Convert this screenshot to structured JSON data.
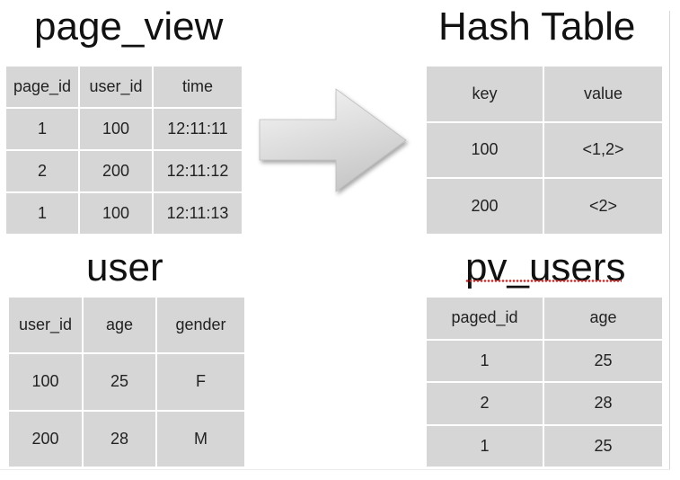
{
  "page_view": {
    "title": "page_view",
    "headers": [
      "page_id",
      "user_id",
      "time"
    ],
    "rows": [
      [
        "1",
        "100",
        "12:11:11"
      ],
      [
        "2",
        "200",
        "12:11:12"
      ],
      [
        "1",
        "100",
        "12:11:13"
      ]
    ]
  },
  "user": {
    "title": "user",
    "headers": [
      "user_id",
      "age",
      "gender"
    ],
    "rows": [
      [
        "100",
        "25",
        "F"
      ],
      [
        "200",
        "28",
        "M"
      ]
    ]
  },
  "hash_table": {
    "title": "Hash Table",
    "headers": [
      "key",
      "value"
    ],
    "rows": [
      [
        "100",
        "<1,2>"
      ],
      [
        "200",
        "<2>"
      ]
    ]
  },
  "pv_users": {
    "title": "pv_users",
    "headers": [
      "paged_id",
      "age"
    ],
    "rows": [
      [
        "1",
        "25"
      ],
      [
        "2",
        "28"
      ],
      [
        "1",
        "25"
      ]
    ]
  },
  "colors": {
    "cell_fill": "#d6d6d6",
    "cell_border": "#ffffff",
    "spellcheck_underline": "#dd2222"
  }
}
